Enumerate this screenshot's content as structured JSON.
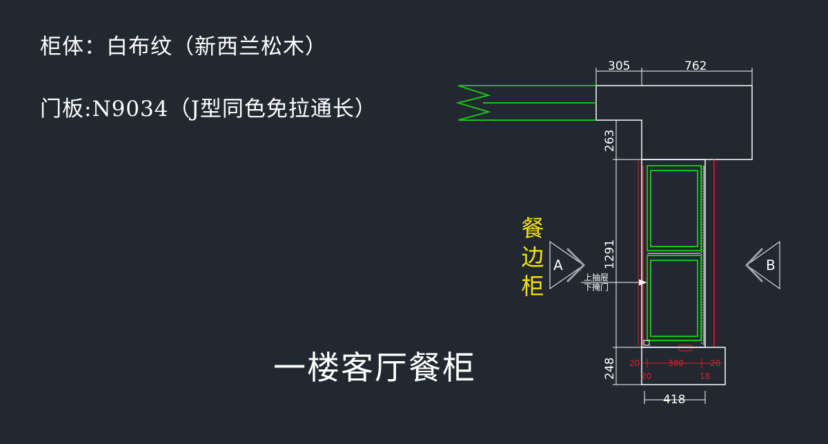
{
  "notes": {
    "cabinet_body": "柜体：白布纹（新西兰松木）",
    "door_panel": "门板:N9034（J型同色免拉通长）"
  },
  "title": "一楼客厅餐柜",
  "side_label": [
    "餐",
    "边",
    "柜"
  ],
  "view_markers": {
    "a": "A",
    "b": "B"
  },
  "callout": {
    "upper": "上抽屉",
    "lower": "下掩门"
  },
  "dimensions": {
    "top_left": "305",
    "top_right": "762",
    "vertical_top": "263",
    "vertical_mid": "1291",
    "vertical_bottom": "248",
    "bottom_width": "418",
    "base_left_a": "20",
    "base_left_b": "20",
    "base_mid": "380",
    "base_right_a": "20",
    "base_right_b": "18"
  },
  "colors": {
    "background": "#212830",
    "line": "#ffffff",
    "cabinet": "#19c119",
    "dimension_red": "#e0202a",
    "label_yellow": "#f2e10f"
  }
}
